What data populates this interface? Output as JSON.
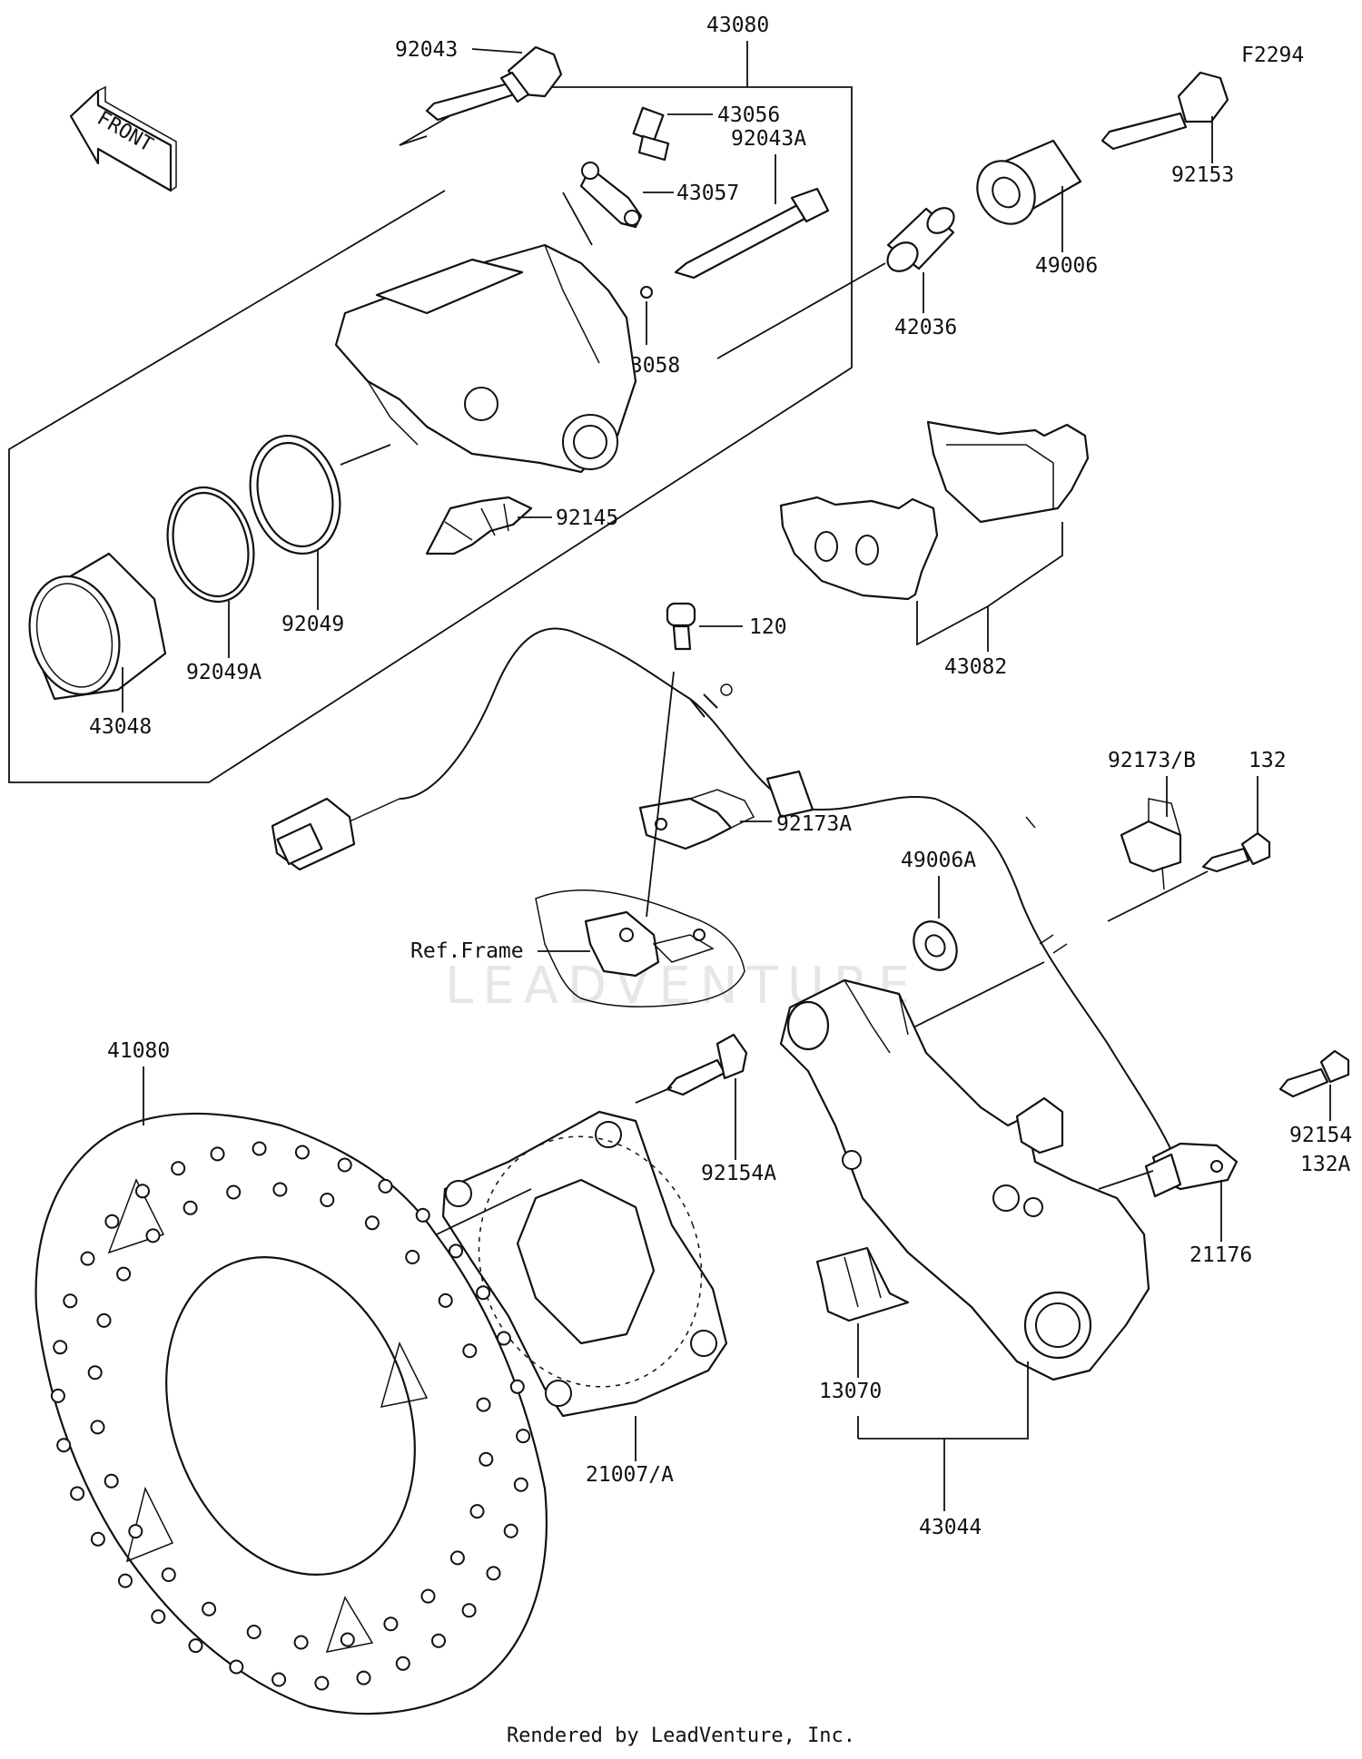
{
  "diagram_code": "F2294",
  "front_label": "FRONT",
  "watermark": "LEADVENTURE",
  "footer": "Rendered by LeadVenture, Inc.",
  "ref_frame": "Ref.Frame",
  "callouts": {
    "p92043": "92043",
    "p43080": "43080",
    "p43056": "43056",
    "p92043A": "92043A",
    "p43057": "43057",
    "p43058": "43058",
    "p42036": "42036",
    "p49006": "49006",
    "p92153": "92153",
    "p92145": "92145",
    "p92049": "92049",
    "p92049A": "92049A",
    "p43048": "43048",
    "p43082": "43082",
    "p120": "120",
    "p92173A": "92173A",
    "p92173B": "92173/B",
    "p132": "132",
    "p49006A": "49006A",
    "p41080": "41080",
    "p92154A": "92154A",
    "p92154": "92154",
    "p132A": "132A",
    "p21176": "21176",
    "p21007A": "21007/A",
    "p13070": "13070",
    "p43044": "43044"
  }
}
